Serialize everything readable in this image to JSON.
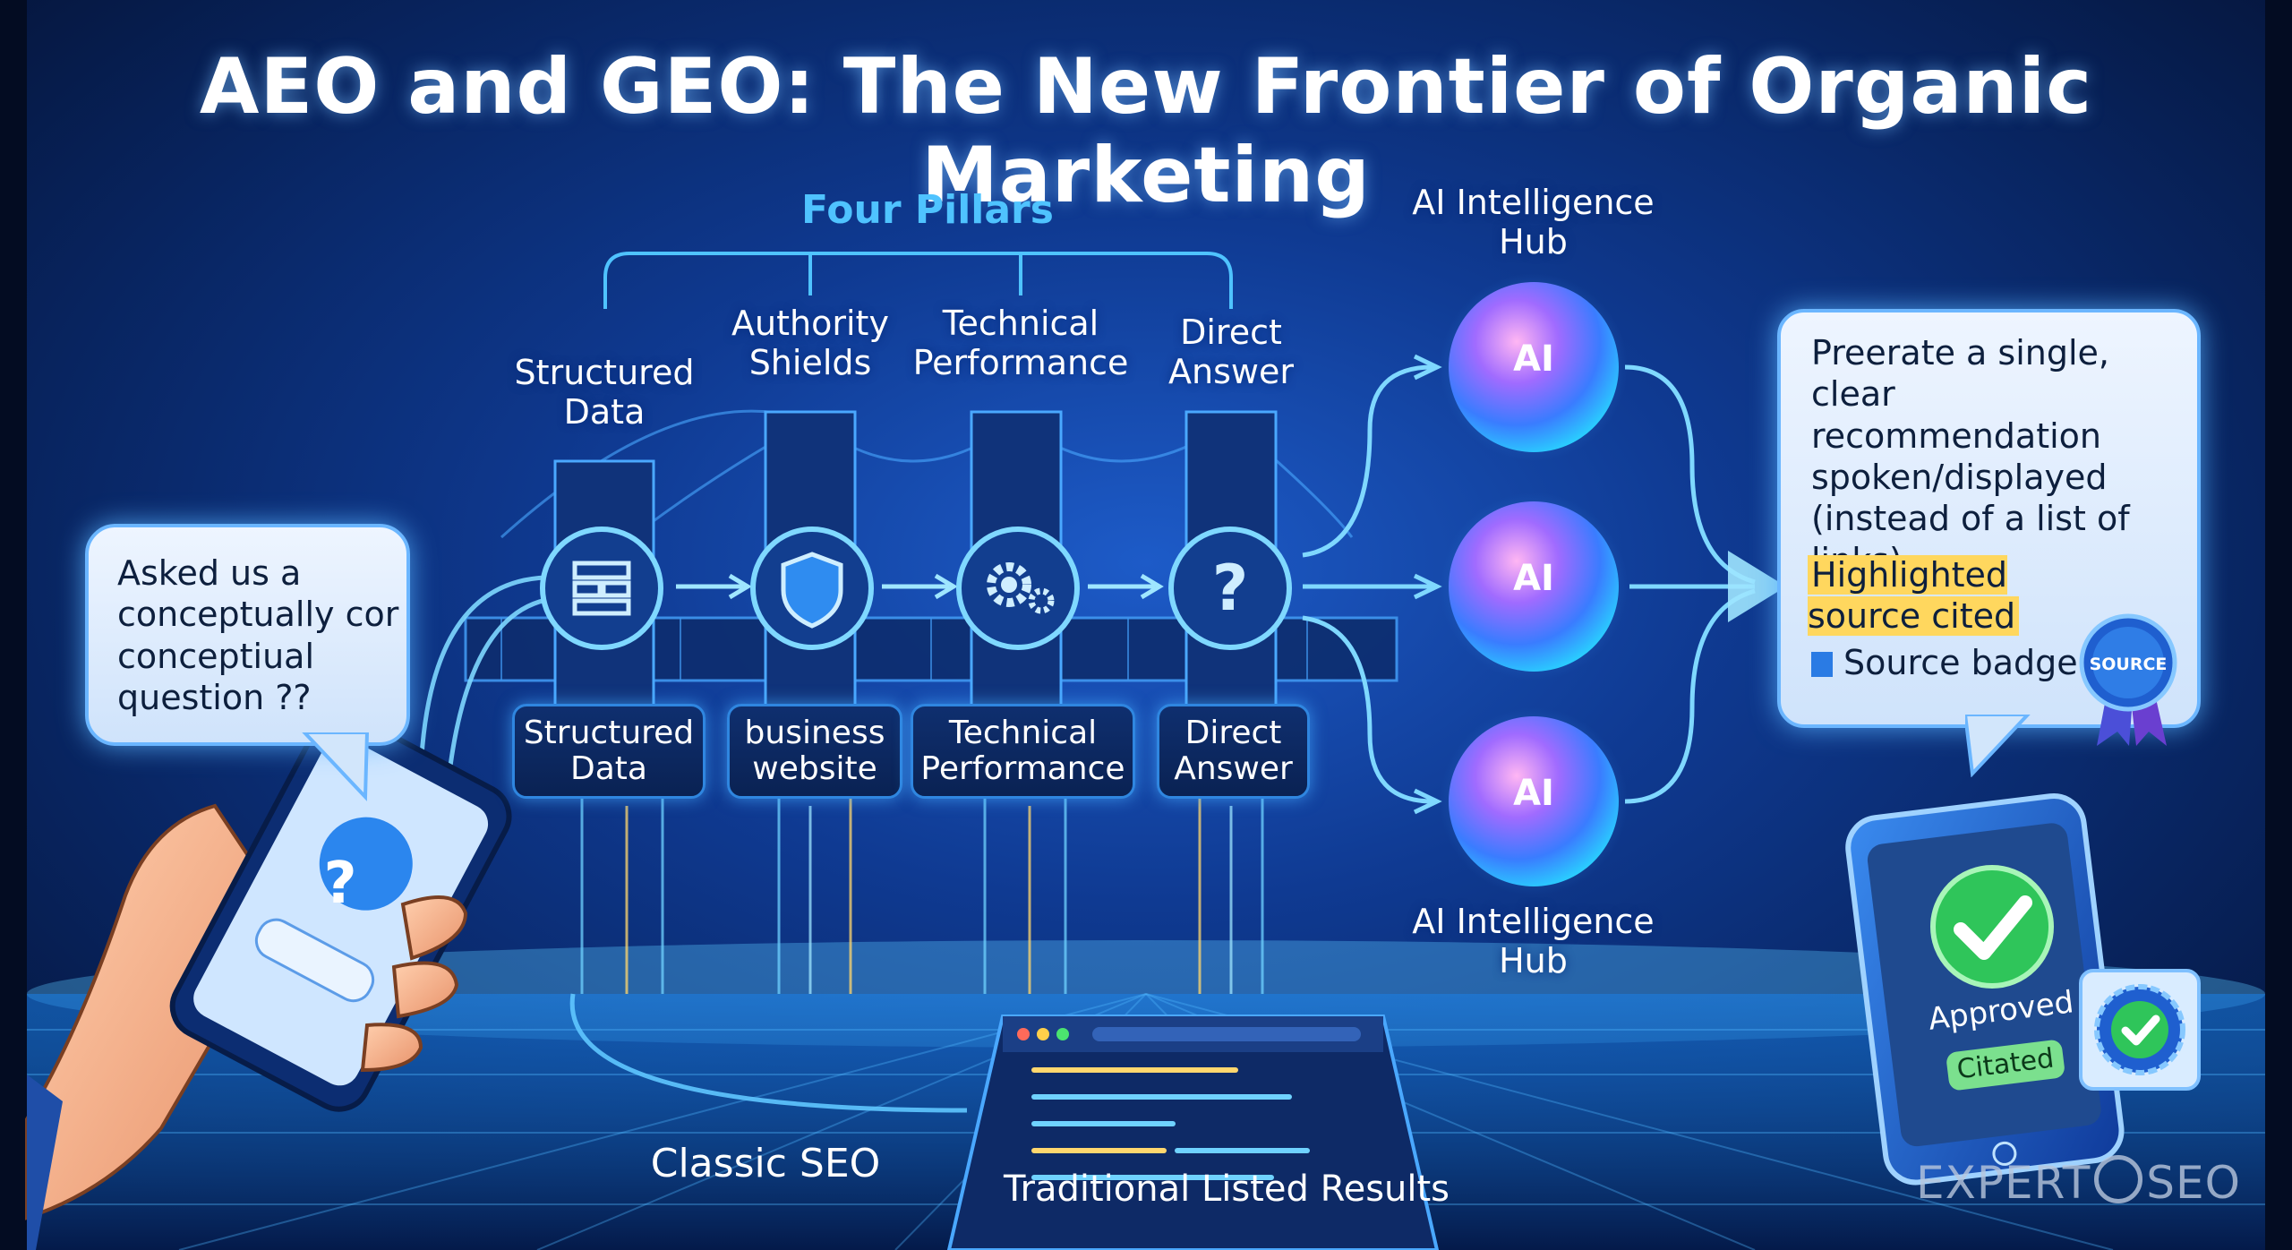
{
  "title": "AEO and GEO: The New Frontier of Organic Marketing",
  "pillars": {
    "heading": "Four Pillars",
    "top_labels": [
      "Structured Data",
      "Authority Shields",
      "Technical Performance",
      "Direct Answer"
    ],
    "plaques": [
      "Structured Data",
      "business website",
      "Technical Performance",
      "Direct Answer"
    ]
  },
  "user_bubble": {
    "text": "Asked us a conceptually cor conceptiual question ??"
  },
  "ai_hub": {
    "top_label": "AI Intelligence Hub",
    "bottom_label": "AI Intelligence Hub",
    "node_text": "AI"
  },
  "answer_bubble": {
    "text": "Preerate a single, clear recommendation spoken/displayed (instead of a list of links)",
    "highlight": "Highlighted source cited",
    "badge_label": "Source badge",
    "badge_text": "SOURCE"
  },
  "phone_right": {
    "approved": "Approved",
    "citated": "Citated"
  },
  "bottom": {
    "classic_seo": "Classic SEO",
    "traditional": "Traditional Listed Results"
  },
  "watermark": {
    "left": "EXPERT",
    "right": "SEO"
  },
  "colors": {
    "accent": "#4fc3ff",
    "highlight": "#ffd75e",
    "approved": "#2fc55a"
  }
}
